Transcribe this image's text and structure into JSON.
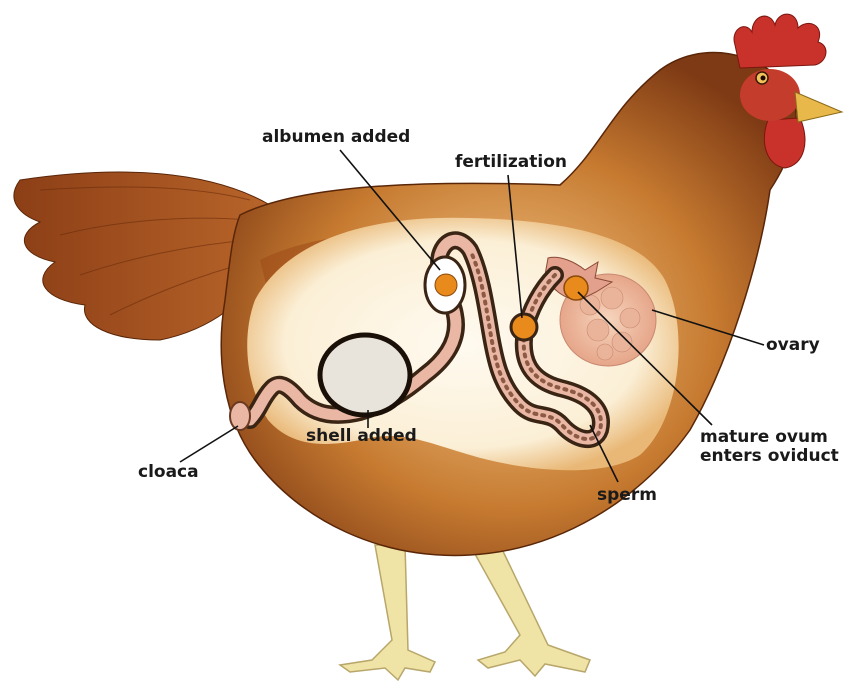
{
  "diagram": {
    "labels": {
      "albumen": "albumen added",
      "fertilization": "fertilization",
      "ovary": "ovary",
      "mature_line1": "mature ovum",
      "mature_line2": "enters oviduct",
      "sperm": "sperm",
      "shell": "shell added",
      "cloaca": "cloaca"
    },
    "colors": {
      "feather_dark": "#8a3a12",
      "feather_mid": "#b5621f",
      "feather_light": "#d9954a",
      "body_interior": "#fbf1dc",
      "comb": "#c8322a",
      "beak": "#e8b84a",
      "legs": "#efe3a6",
      "oviduct_outline": "#3a2414",
      "oviduct_inner": "#e9b7a4",
      "yolk": "#e98a1c",
      "shell": "#e8e4dc"
    }
  }
}
